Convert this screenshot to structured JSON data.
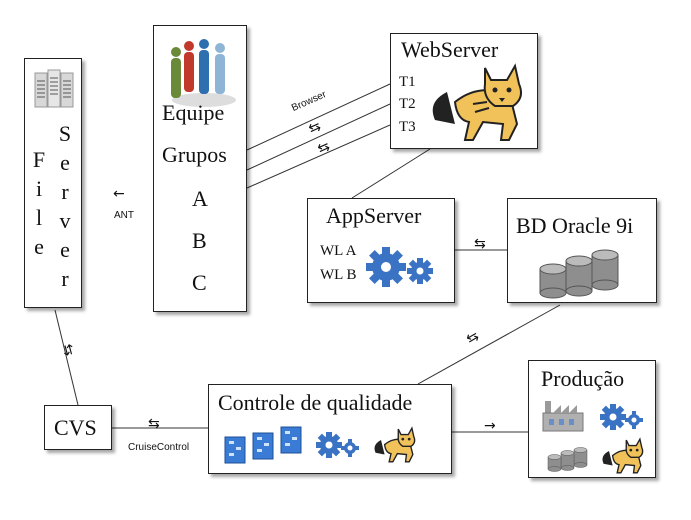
{
  "file_server": {
    "col1": [
      "F",
      "i",
      "l",
      "e"
    ],
    "col2": [
      "S",
      "e",
      "r",
      "v",
      "e",
      "r"
    ]
  },
  "equipe": {
    "title1": "Equipe",
    "title2": "Grupos",
    "groups": [
      "A",
      "B",
      "C"
    ]
  },
  "webserver": {
    "title": "WebServer",
    "threads": [
      "T1",
      "T2",
      "T3"
    ]
  },
  "appserver": {
    "title": "AppServer",
    "items": [
      "WL A",
      "WL B"
    ]
  },
  "database": {
    "title": "BD Oracle 9i"
  },
  "quality": {
    "title": "Controle de qualidade"
  },
  "cvs": {
    "title": "CVS"
  },
  "production": {
    "title": "Produção"
  },
  "edges": {
    "browser": "Browser",
    "ant": "ANT",
    "cruise": "CruiseControl",
    "swap": "⇆",
    "left": "←",
    "right": "→"
  }
}
